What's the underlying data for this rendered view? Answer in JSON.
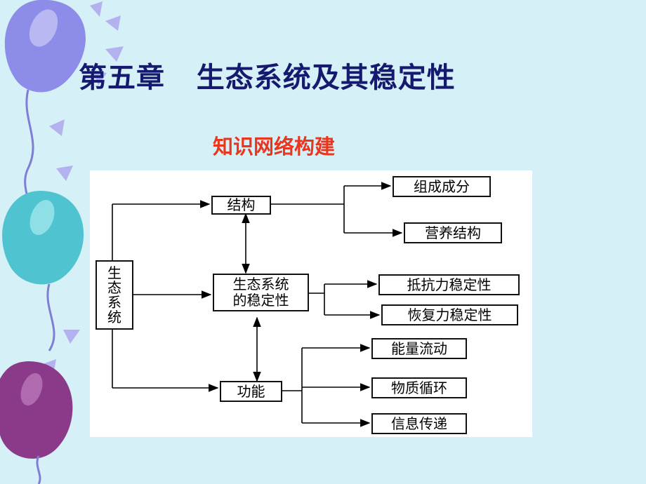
{
  "slide": {
    "title": "第五章   生态系统及其稳定性",
    "subtitle": "知识网络构建"
  },
  "colors": {
    "background": "#d6f0f8",
    "title": "#161a6e",
    "subtitle": "#e8361f",
    "balloon_blue": "#8d8ce8",
    "balloon_teal": "#4fc3cf",
    "balloon_purple": "#8a3a88",
    "string": "#7d7fd6"
  },
  "diagram": {
    "root": "生\n态\n系\n统",
    "structure": "结构",
    "stability": "生态系统\n的稳定性",
    "function": "功能",
    "structure_children": [
      "组成成分",
      "营养结构"
    ],
    "stability_children": [
      "抵抗力稳定性",
      "恢复力稳定性"
    ],
    "function_children": [
      "能量流动",
      "物质循环",
      "信息传递"
    ]
  }
}
